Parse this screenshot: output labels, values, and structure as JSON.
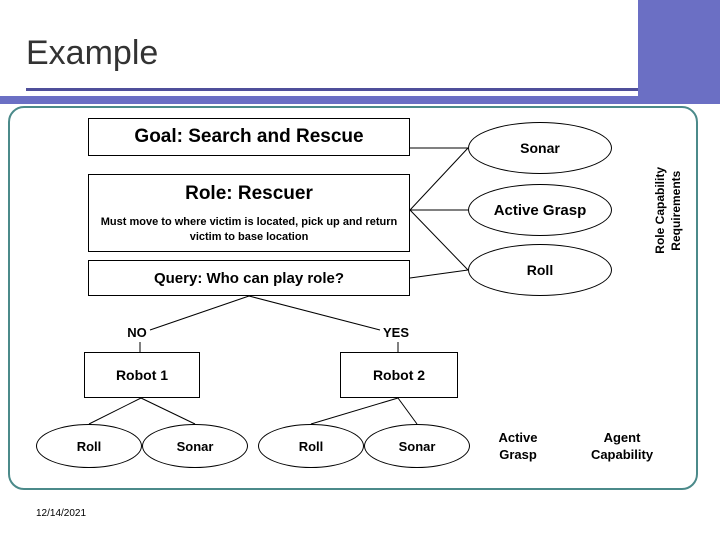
{
  "slide": {
    "title": "Example",
    "footer_date": "12/14/2021",
    "accent_color": "#6b6fc4",
    "container_border_color": "#4b8a8a",
    "rule_color": "#4f4f9a"
  },
  "diagram": {
    "goal": "Goal:  Search and Rescue",
    "role_title": "Role:  Rescuer",
    "role_desc": "Must move to where victim is located, pick up and return victim to base location",
    "query": "Query:  Who can play role?",
    "capabilities": [
      "Sonar",
      "Active Grasp",
      "Roll"
    ],
    "branch_labels": {
      "no": "NO",
      "yes": "YES"
    },
    "robots": [
      "Robot 1",
      "Robot 2"
    ],
    "robot1_capabilities": [
      "Roll",
      "Sonar"
    ],
    "robot2_capabilities": [
      "Roll",
      "Sonar"
    ],
    "extra_capability": "Active Grasp",
    "agent_capability_label": "Agent Capability",
    "side_label": "Role Capability\nRequirements"
  }
}
